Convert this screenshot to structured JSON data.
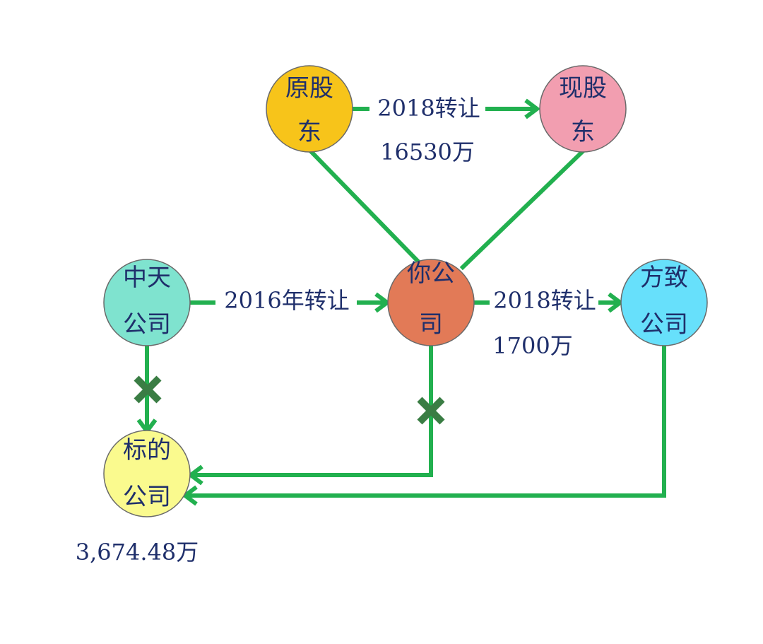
{
  "nodes": {
    "original_shareholder": {
      "line1": "原股",
      "line2": "东",
      "color": "#f7c41a"
    },
    "current_shareholder": {
      "line1": "现股",
      "line2": "东",
      "color": "#f29eb0"
    },
    "zhongtian": {
      "line1": "中天",
      "line2": "公司",
      "color": "#7fe3cf"
    },
    "your_company": {
      "line1": "你公",
      "line2": "司",
      "color": "#e27a57"
    },
    "fangzhi": {
      "line1": "方致",
      "line2": "公司",
      "color": "#67e0fb"
    },
    "target": {
      "line1": "标的",
      "line2": "公司",
      "color": "#fafa8e"
    }
  },
  "edges": {
    "top_transfer": {
      "label": "2018转让",
      "amount": "16530万"
    },
    "left_transfer": {
      "label": "2016年转让"
    },
    "right_transfer": {
      "label": "2018转让",
      "amount": "1700万"
    }
  },
  "target_amount": "3,674.48万",
  "colors": {
    "line": "#22b04f",
    "cross": "#3a7d44",
    "text": "#1f2f6b"
  }
}
